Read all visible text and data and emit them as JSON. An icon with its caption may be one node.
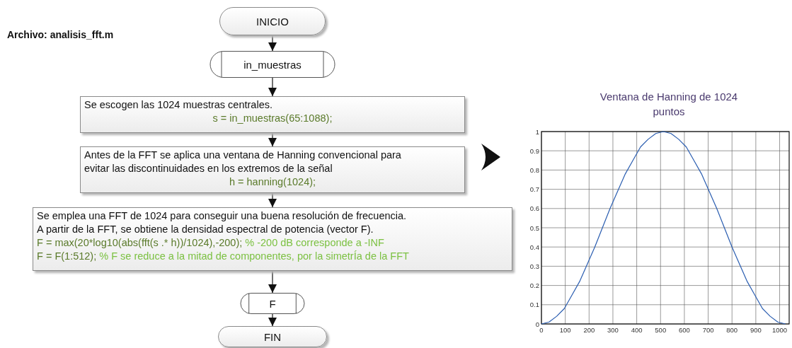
{
  "diagram": {
    "nodes": [
      {
        "text": [
          "INICIO"
        ]
      },
      {
        "text": [
          "in_muestras"
        ]
      },
      {
        "text": [
          "Se escogen las 1024 muestras centrales.",
          "s = in_muestras(65:1088);"
        ]
      },
      {
        "text": [
          "Antes de la FFT se aplica una ventana de Hanning convencional para evitar las discontinuidades en los extremos de la señal",
          "h = hanning(1024);"
        ]
      },
      {
        "text": [
          "Se emplea una FFT de 1024 para conseguir una buena resolución de frecuencia.",
          "A partir de la FFT, se obtiene la densidad espectral de potencia (vector F).",
          "F = max(20*log10(abs(fft(s .* h))/1024),-200);",
          "% -200 dB corresponde a -INF",
          "F = F(1:512);",
          "% F se reduce a la mitad de componentes, por la simetrÍa de la FFT"
        ]
      },
      {
        "text": [
          "F"
        ]
      },
      {
        "text": [
          "FIN"
        ]
      }
    ],
    "edges": [
      {
        "from": 0,
        "to": 1,
        "arrow": "to"
      },
      {
        "from": 1,
        "to": 2,
        "arrow": "to"
      },
      {
        "from": 2,
        "to": 3,
        "arrow": "to"
      },
      {
        "from": 3,
        "to": 4,
        "arrow": "to"
      },
      {
        "from": 4,
        "to": 5,
        "arrow": "to"
      },
      {
        "from": 5,
        "to": 6,
        "arrow": "to"
      }
    ],
    "labels": [
      "Archivo: analisis_fft.m"
    ],
    "chart_data": {
      "type": "line",
      "title": "Ventana de Hanning de 1024 puntos",
      "x": [
        0,
        32,
        64,
        96,
        128,
        160,
        192,
        224,
        256,
        288,
        320,
        352,
        384,
        416,
        448,
        480,
        512,
        544,
        576,
        608,
        640,
        672,
        704,
        736,
        768,
        800,
        832,
        864,
        896,
        928,
        960,
        992,
        1024
      ],
      "series": [
        {
          "color": "#2a5db0",
          "values": [
            0,
            0.01,
            0.04,
            0.08,
            0.15,
            0.22,
            0.31,
            0.4,
            0.5,
            0.6,
            0.69,
            0.78,
            0.85,
            0.92,
            0.96,
            0.99,
            1,
            0.99,
            0.96,
            0.92,
            0.85,
            0.78,
            0.69,
            0.6,
            0.5,
            0.4,
            0.31,
            0.22,
            0.15,
            0.08,
            0.04,
            0.01,
            0
          ]
        }
      ],
      "grid": true,
      "xlim": [
        0,
        1040
      ],
      "ylim": [
        0,
        1
      ],
      "xticks": [
        0,
        100,
        200,
        300,
        400,
        500,
        600,
        700,
        800,
        900,
        1000
      ],
      "yticks": [
        0,
        0.1,
        0.2,
        0.3,
        0.4,
        0.5,
        0.6,
        0.7,
        0.8,
        0.9,
        1
      ]
    }
  }
}
